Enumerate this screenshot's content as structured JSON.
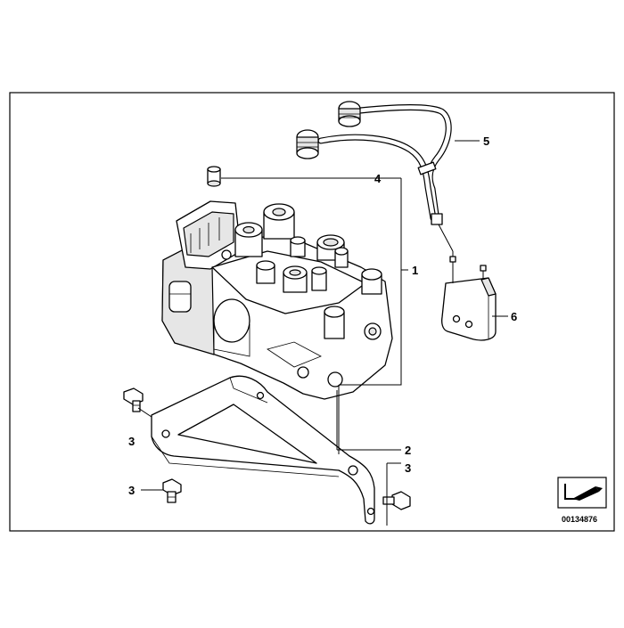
{
  "diagram": {
    "reference_number": "00134876",
    "callouts": [
      {
        "id": "callout-1",
        "number": "1"
      },
      {
        "id": "callout-2",
        "number": "2"
      },
      {
        "id": "callout-3a",
        "number": "3"
      },
      {
        "id": "callout-3b",
        "number": "3"
      },
      {
        "id": "callout-3c",
        "number": "3"
      },
      {
        "id": "callout-4",
        "number": "4"
      },
      {
        "id": "callout-5",
        "number": "5"
      },
      {
        "id": "callout-6",
        "number": "6"
      }
    ],
    "icons": [
      "arrow-box-icon"
    ]
  }
}
